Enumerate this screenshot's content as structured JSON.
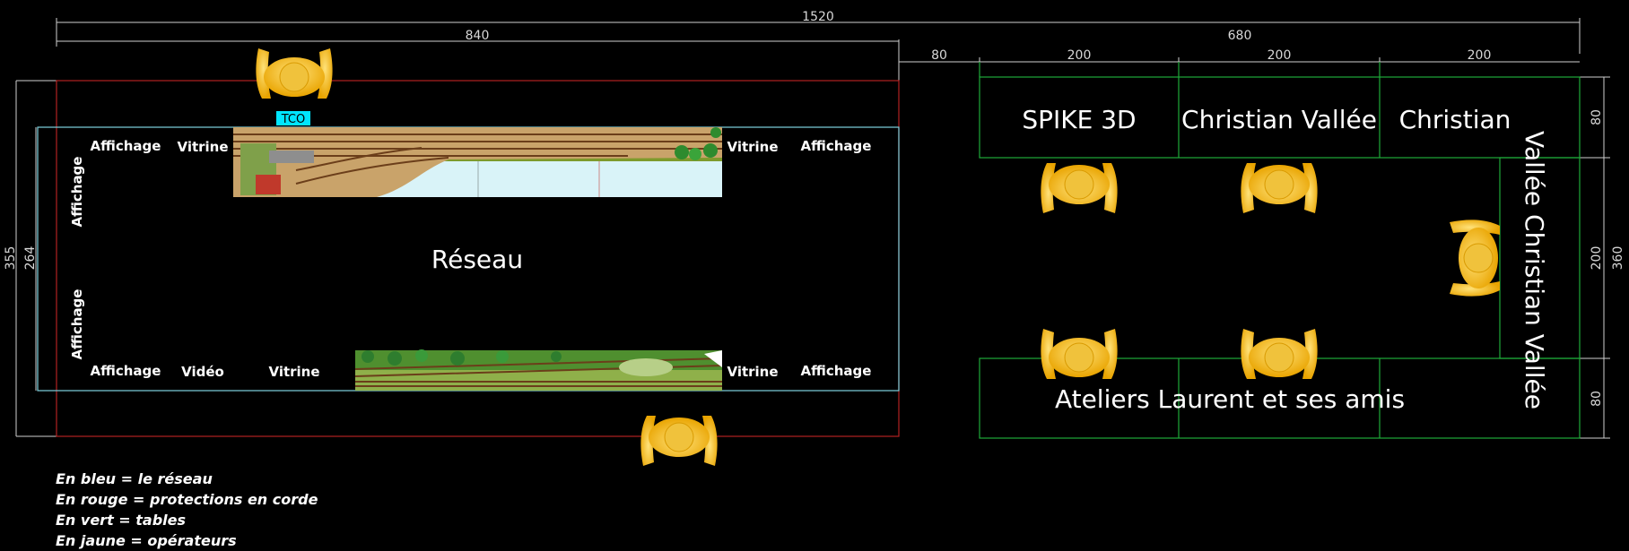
{
  "dimensions": {
    "total_width": "1520",
    "left_width": "840",
    "right_width": "680",
    "gap": "80",
    "table_1": "200",
    "table_2": "200",
    "table_3": "200",
    "total_height": "355",
    "reseau_height": "264",
    "right_top": "80",
    "right_mid": "200",
    "right_bottom": "80",
    "right_total": "360"
  },
  "layout_labels": {
    "tco": "TCO",
    "reseau": "Réseau",
    "affichage": "Affichage",
    "vitrine": "Vitrine",
    "video": "Vidéo"
  },
  "tables": {
    "top_left": "SPIKE 3D",
    "top_mid": "Christian Vallée",
    "top_right": "Christian",
    "vertical": "Vallée  Christian Vallée",
    "bottom": "Ateliers Laurent et ses amis"
  },
  "legend": [
    "En bleu = le réseau",
    "En rouge = protections en corde",
    "En vert = tables",
    "En jaune = opérateurs"
  ],
  "colors": {
    "reseau": "#7fd3e0",
    "protection": "#b22222",
    "tables": "#1faa3a",
    "operators": "#f5b800",
    "tco_badge": "#00e5ff"
  }
}
